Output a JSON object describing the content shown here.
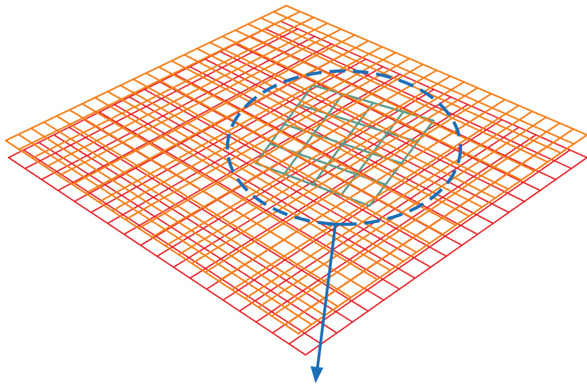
{
  "diagram": {
    "description_free": true,
    "layers": [
      {
        "id": "bottom-mesh",
        "color": "#e8262b",
        "divisions": 18
      },
      {
        "id": "top-mesh",
        "color": "#f5821f",
        "divisions": 22
      }
    ],
    "inner_grid": {
      "color": "#5e9c8a",
      "divisions": 4
    },
    "highlight_ellipse": {
      "color": "#1a6fb8",
      "style": "dashed"
    },
    "arrow": {
      "color": "#1a6fb8"
    }
  }
}
